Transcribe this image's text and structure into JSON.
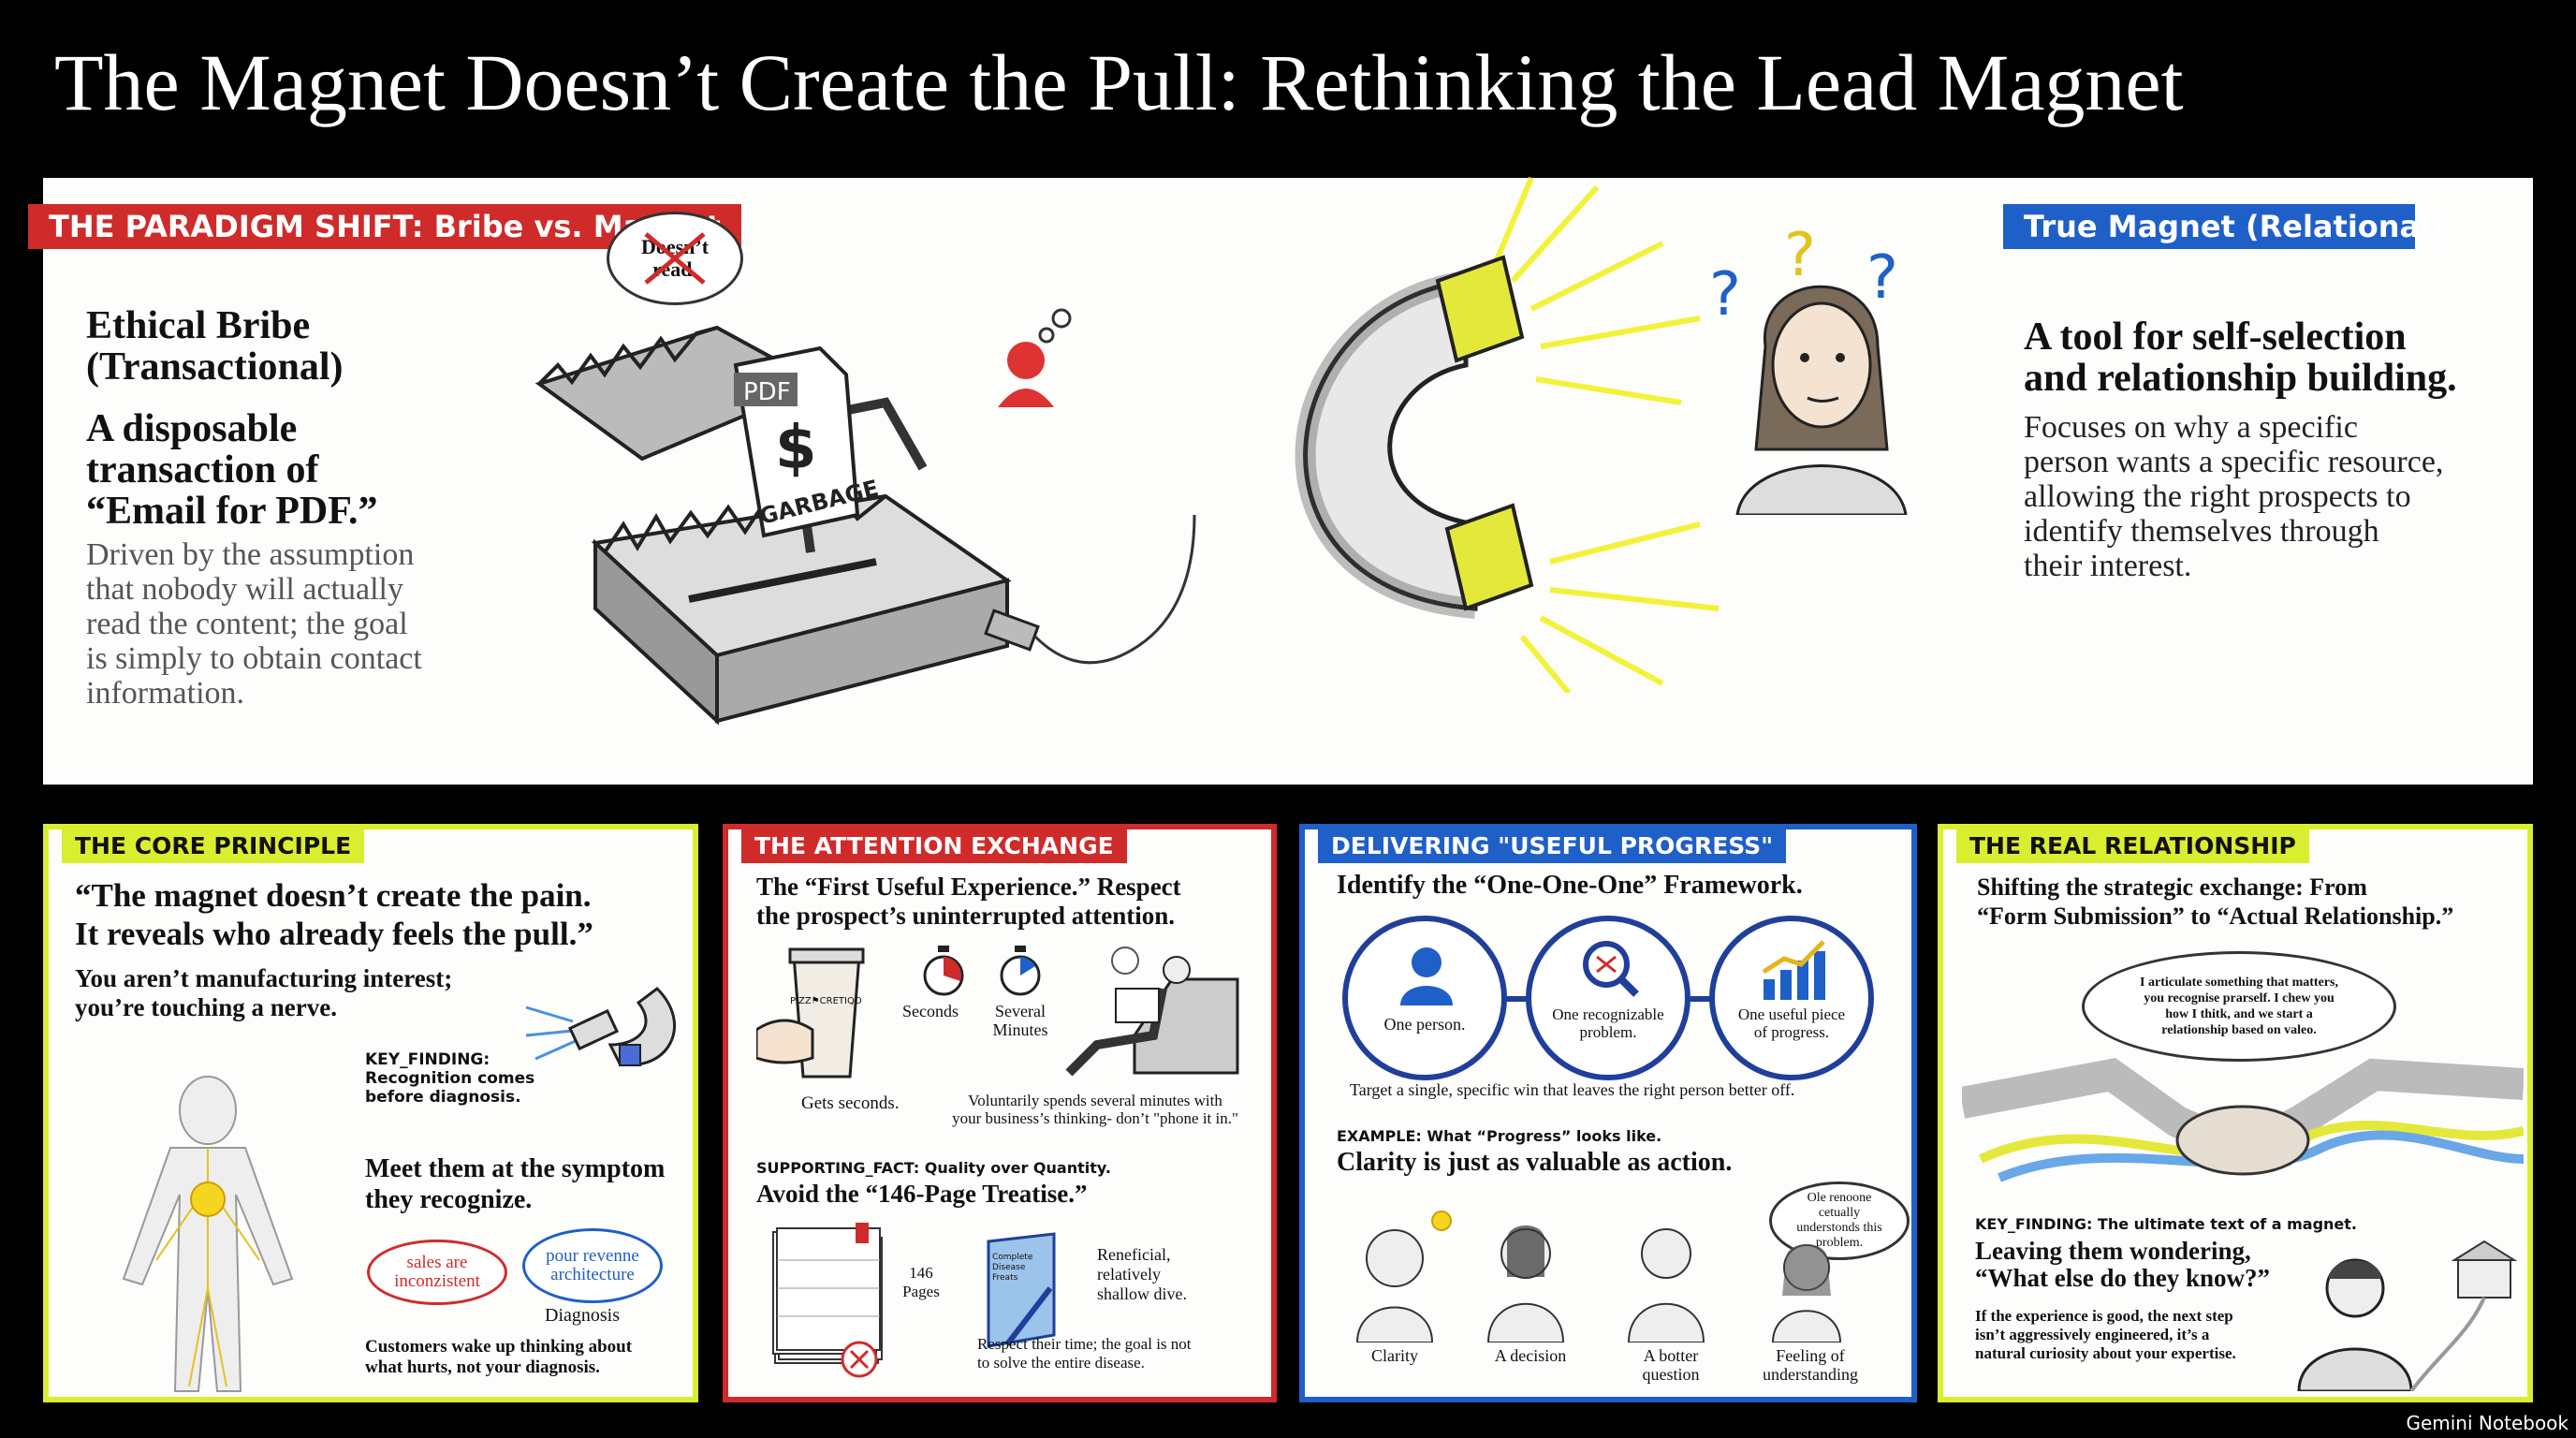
{
  "title": "The Magnet Doesn’t Create the Pull: Rethinking the Lead Magnet",
  "paradigm": {
    "tag": "THE PARADIGM SHIFT: Bribe vs. Magnet",
    "bribe_heading_1": "Ethical Bribe",
    "bribe_heading_2": "(Transactional)",
    "bribe_sub_1": "A disposable",
    "bribe_sub_2": "transaction of",
    "bribe_sub_3": "“Email for PDF.”",
    "bribe_body": [
      "Driven by the assumption",
      "that nobody will actually",
      "read the content; the goal",
      "is simply to obtain contact",
      "information."
    ],
    "thought_bubble": "Doesn’t read.",
    "pdf_label": "PDF",
    "dollar_label": "$",
    "garbage_label": "GARBAGE",
    "magnet_tag": "True Magnet (Relational)",
    "magnet_heading_1": "A tool for self-selection",
    "magnet_heading_2": "and relationship building.",
    "magnet_body": [
      "Focuses on why a specific",
      "person wants a specific resource,",
      "allowing the right prospects to",
      "identify themselves through",
      "their interest."
    ],
    "question_mark": "?"
  },
  "core": {
    "tag": "THE CORE PRINCIPLE",
    "quote_1": "“The magnet doesn’t create the pain.",
    "quote_2": "It reveals who already feels the pull.”",
    "sub_1": "You aren’t manufacturing interest;",
    "sub_2": "you’re touching a nerve.",
    "finding_1": "KEY_FINDING:",
    "finding_2": "Recognition comes",
    "finding_3": "before diagnosis.",
    "meet_1": "Meet them at the symptom",
    "meet_2": "they recognize.",
    "bubble_red": "sales are inconzistent",
    "bubble_blue": "pour revenne architecture",
    "diagnosis": "Diagnosis",
    "foot_1": "Customers wake up thinking about",
    "foot_2": "what hurts, not your diagnosis."
  },
  "attention": {
    "tag": "THE ATTENTION EXCHANGE",
    "head_1": "The “First Useful Experience.” Respect",
    "head_2": "the prospect’s uninterrupted attention.",
    "cup_label": "PIZZ⚑CRETIQO",
    "seconds": "Seconds",
    "several_minutes_1": "Several",
    "several_minutes_2": "Minutes",
    "gets_seconds": "Gets seconds.",
    "voluntary_1": "Voluntarily spends several minutes with",
    "voluntary_2": "your business’s thinking- don’t \"phone it in.\"",
    "fact": "SUPPORTING_FACT: Quality over Quantity.",
    "avoid": "Avoid the “146-Page Treatise.”",
    "pages_1": "146",
    "pages_2": "Pages",
    "book_label": "Complete Disease Freats",
    "beneficial_1": "Reneficial,",
    "beneficial_2": "relatively",
    "beneficial_3": "shallow dive.",
    "respect_1": "Respect their time; the goal is not",
    "respect_2": "to solve the entire disease."
  },
  "progress": {
    "tag": "DELIVERING \"USEFUL PROGRESS\"",
    "head": "Identify the “One-One-One” Framework.",
    "circle_1": "One person.",
    "circle_2_a": "One recognizable",
    "circle_2_b": "problem.",
    "circle_3_a": "One useful piece",
    "circle_3_b": "of progress.",
    "target": "Target a single, specific win that leaves the right person better off.",
    "example": "EXAMPLE: What “Progress” looks like.",
    "clarity": "Clarity is just as valuable as action.",
    "bubble": "Ole renoone cetually understonds this problem.",
    "figure_1": "Clarity",
    "figure_2": "A decision",
    "figure_3_a": "A botter",
    "figure_3_b": "question",
    "figure_4_a": "Feeling of",
    "figure_4_b": "understanding"
  },
  "relationship": {
    "tag": "THE REAL RELATIONSHIP",
    "head_1": "Shifting the strategic exchange: From",
    "head_2": "“Form Submission” to “Actual Relationship.”",
    "cloud_1": "I articulate something that matters,",
    "cloud_2": "you recognise prarself. I chew you",
    "cloud_3": "how I thitk, and we start a",
    "cloud_4": "relationship based on valeo.",
    "finding": "KEY_FINDING: The ultimate text of a magnet.",
    "leaving_1": "Leaving them wondering,",
    "leaving_2": "“What else do they know?”",
    "body_1": "If the experience is good, the next step",
    "body_2": "isn’t aggressively engineered, it’s a",
    "body_3": "natural curiosity about your expertise."
  },
  "footer": "Gemini Notebook",
  "colors": {
    "red": "#cf2b2b",
    "blue": "#1f5fc8",
    "yellow": "#d9ee2e",
    "navy": "#1f3f9a"
  }
}
